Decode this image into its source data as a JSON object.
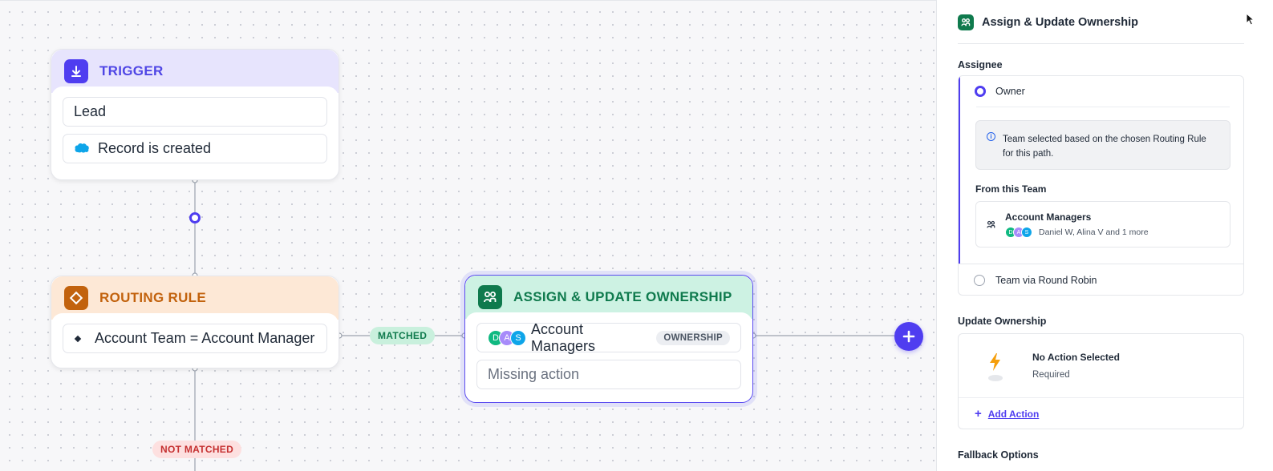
{
  "canvas": {
    "trigger": {
      "title": "TRIGGER",
      "object_label": "Lead",
      "event_label": "Record is created"
    },
    "routing_rule": {
      "title": "ROUTING RULE",
      "condition": "Account Team = Account Manager"
    },
    "matched_label": "MATCHED",
    "not_matched_label": "NOT MATCHED",
    "assign": {
      "title": "ASSIGN & UPDATE OWNERSHIP",
      "team_label": "Account Managers",
      "ownership_badge": "OWNERSHIP",
      "missing_action": "Missing action",
      "avatars": [
        {
          "initial": "D",
          "color": "#10b981"
        },
        {
          "initial": "A",
          "color": "#a78bfa"
        },
        {
          "initial": "S",
          "color": "#0ea5e9"
        }
      ]
    },
    "add_button_icon": "plus-icon"
  },
  "panel": {
    "title": "Assign & Update Ownership",
    "assignee": {
      "label": "Assignee",
      "option_owner": "Owner",
      "info_text": "Team selected based on the chosen Routing Rule for this path.",
      "from_team_label": "From this Team",
      "team_name": "Account Managers",
      "team_members": "Daniel W, Alina V and 1 more",
      "option_round_robin": "Team via Round Robin"
    },
    "update_ownership": {
      "label": "Update Ownership",
      "no_action_title": "No Action Selected",
      "no_action_sub": "Required",
      "add_action_label": "Add Action"
    },
    "fallback_label": "Fallback Options"
  },
  "colors": {
    "accent": "#4f3df0",
    "trigger_head": "#e7e4fd",
    "routing_head": "#fde8d6",
    "assign_head": "#cdf2e3",
    "matched": "#0f7a4d",
    "not_matched": "#c53030"
  }
}
